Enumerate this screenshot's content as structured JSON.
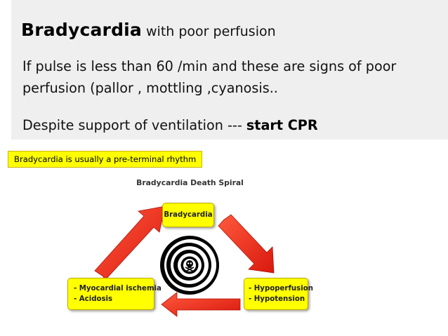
{
  "header": {
    "title_bold": "Bradycardia",
    "title_rest": "with poor perfusion"
  },
  "body": {
    "line1": "If pulse  is less than 60 /min and these are signs  of poor perfusion (pallor , mottling ,cyanosis..",
    "line2_prefix": "Despite support of  ventilation ---",
    "line2_bold": "start  CPR"
  },
  "badge": {
    "text": "Bradycardia is usually a pre-terminal rhythm"
  },
  "diagram": {
    "title": "Bradycardia Death Spiral",
    "top_node": "Bradycardia",
    "right_node": [
      "- Hypoperfusion",
      "- Hypotension"
    ],
    "left_node": [
      "- Myocardial ischemia",
      "- Acidosis"
    ],
    "center_icon": "skull-and-crossbones-icon"
  },
  "colors": {
    "panel_background": "#efefef",
    "highlight_yellow": "#ffff00",
    "arrow_red": "#e8281e"
  }
}
